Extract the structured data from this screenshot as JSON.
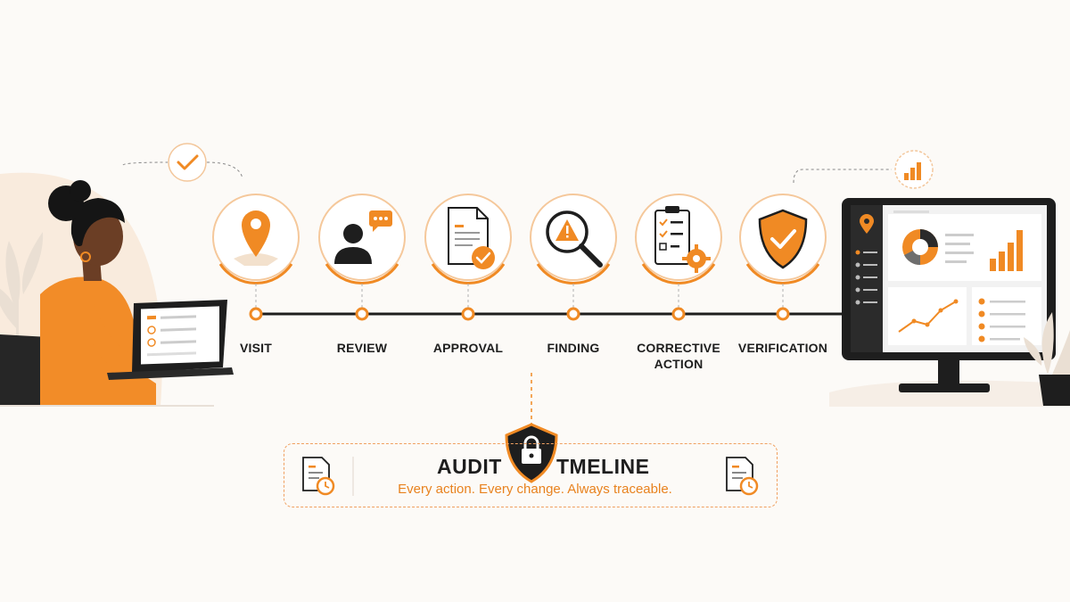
{
  "timeline": {
    "steps": [
      {
        "label": "VISIT",
        "icon": "location-pin-icon"
      },
      {
        "label": "REVIEW",
        "icon": "user-chat-icon"
      },
      {
        "label": "APPROVAL",
        "icon": "document-check-icon"
      },
      {
        "label": "FINDING",
        "icon": "magnifier-warning-icon"
      },
      {
        "label": "CORRECTIVE\nACTION",
        "icon": "clipboard-gear-icon"
      },
      {
        "label": "VERIFICATION",
        "icon": "shield-check-icon"
      }
    ]
  },
  "banner": {
    "title_left": "AUDIT",
    "title_right": "TMELINE",
    "tagline": "Every action. Every change. Always traceable.",
    "icons": [
      "document-clock-icon",
      "lock-shield-icon",
      "document-clock-icon"
    ]
  },
  "colors": {
    "accent": "#f08a24",
    "dark": "#1e1e1e",
    "background": "#fcfaf7"
  }
}
